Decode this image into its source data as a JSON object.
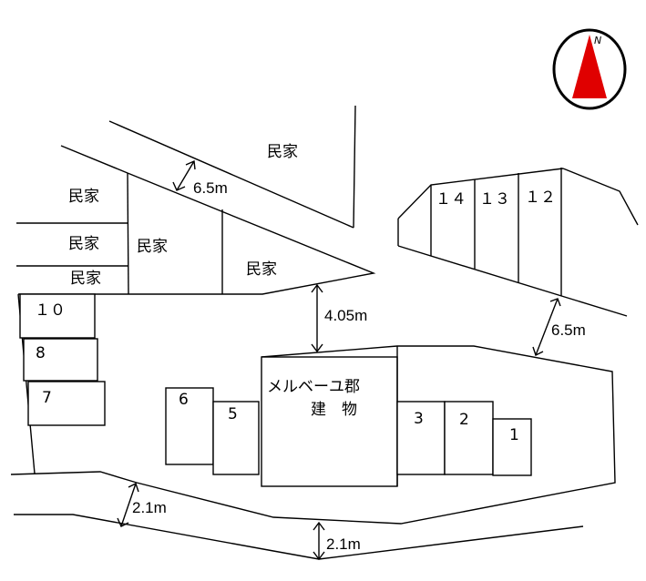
{
  "compass": {
    "north_label": "N",
    "needle_color": "#e00000",
    "ring_color": "#000000"
  },
  "labels": {
    "house_top": "民家",
    "house_left1": "民家",
    "house_left2": "民家",
    "house_left3": "民家",
    "house_mid_left": "民家",
    "house_mid_right": "民家",
    "building_line1": "メルベーユ郡",
    "building_line2": "建　物"
  },
  "dimensions": {
    "top_road": "6.5m",
    "gap_center": "4.05m",
    "right_road": "6.5m",
    "bottom_road_1": "2.1m",
    "bottom_road_2": "2.1m"
  },
  "parking_spaces": {
    "p1": "1",
    "p2": "2",
    "p3": "3",
    "p5": "5",
    "p6": "6",
    "p7": "7",
    "p8": "8",
    "p10": "１０",
    "p12": "１２",
    "p13": "１３",
    "p14": "１４"
  }
}
